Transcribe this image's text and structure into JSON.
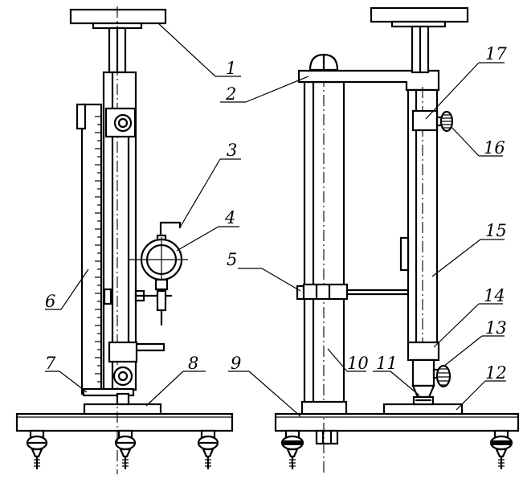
{
  "callouts": [
    {
      "id": "1",
      "text": "1"
    },
    {
      "id": "2",
      "text": "2"
    },
    {
      "id": "3",
      "text": "3"
    },
    {
      "id": "4",
      "text": "4"
    },
    {
      "id": "5",
      "text": "5"
    },
    {
      "id": "6",
      "text": "6"
    },
    {
      "id": "7",
      "text": "7"
    },
    {
      "id": "8",
      "text": "8"
    },
    {
      "id": "9",
      "text": "9"
    },
    {
      "id": "10",
      "text": "10"
    },
    {
      "id": "11",
      "text": "11"
    },
    {
      "id": "12",
      "text": "12"
    },
    {
      "id": "13",
      "text": "13"
    },
    {
      "id": "14",
      "text": "14"
    },
    {
      "id": "15",
      "text": "15"
    },
    {
      "id": "16",
      "text": "16"
    },
    {
      "id": "17",
      "text": "17"
    }
  ]
}
